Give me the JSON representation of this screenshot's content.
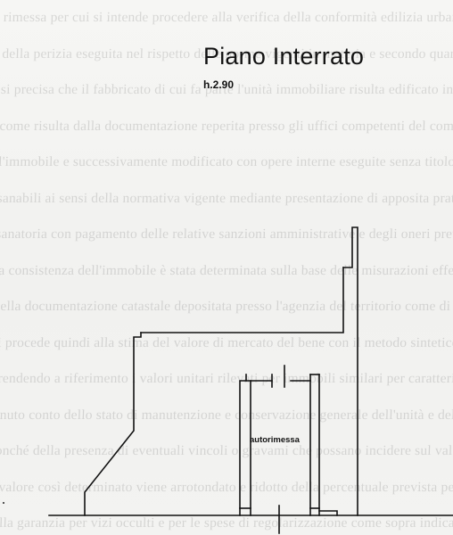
{
  "plan": {
    "title": "Piano Interrato",
    "height_label": "h.2.90",
    "room_label": "autorimessa"
  },
  "colors": {
    "ink": "#111111",
    "paper": "#f4f4f2"
  }
}
